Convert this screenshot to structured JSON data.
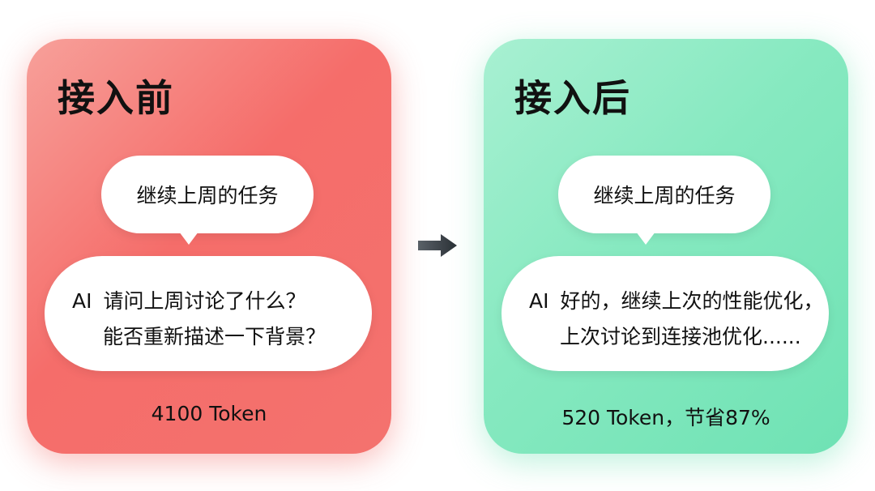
{
  "before": {
    "title": "接入前",
    "user_message": "继续上周的任务",
    "ai_label": "AI",
    "ai_line1": "请问上周讨论了什么？",
    "ai_line2": "能否重新描述一下背景？",
    "token": "4100 Token"
  },
  "after": {
    "title": "接入后",
    "user_message": "继续上周的任务",
    "ai_label": "AI",
    "ai_line1": "好的，继续上次的性能优化，",
    "ai_line2": "上次讨论到连接池优化......",
    "token": "520 Token，节省87%"
  },
  "colors": {
    "before_accent": "#f56d6a",
    "after_accent": "#6fe2b4",
    "arrow": "#333a40"
  },
  "icons": {
    "arrow": "arrow-right-icon"
  }
}
